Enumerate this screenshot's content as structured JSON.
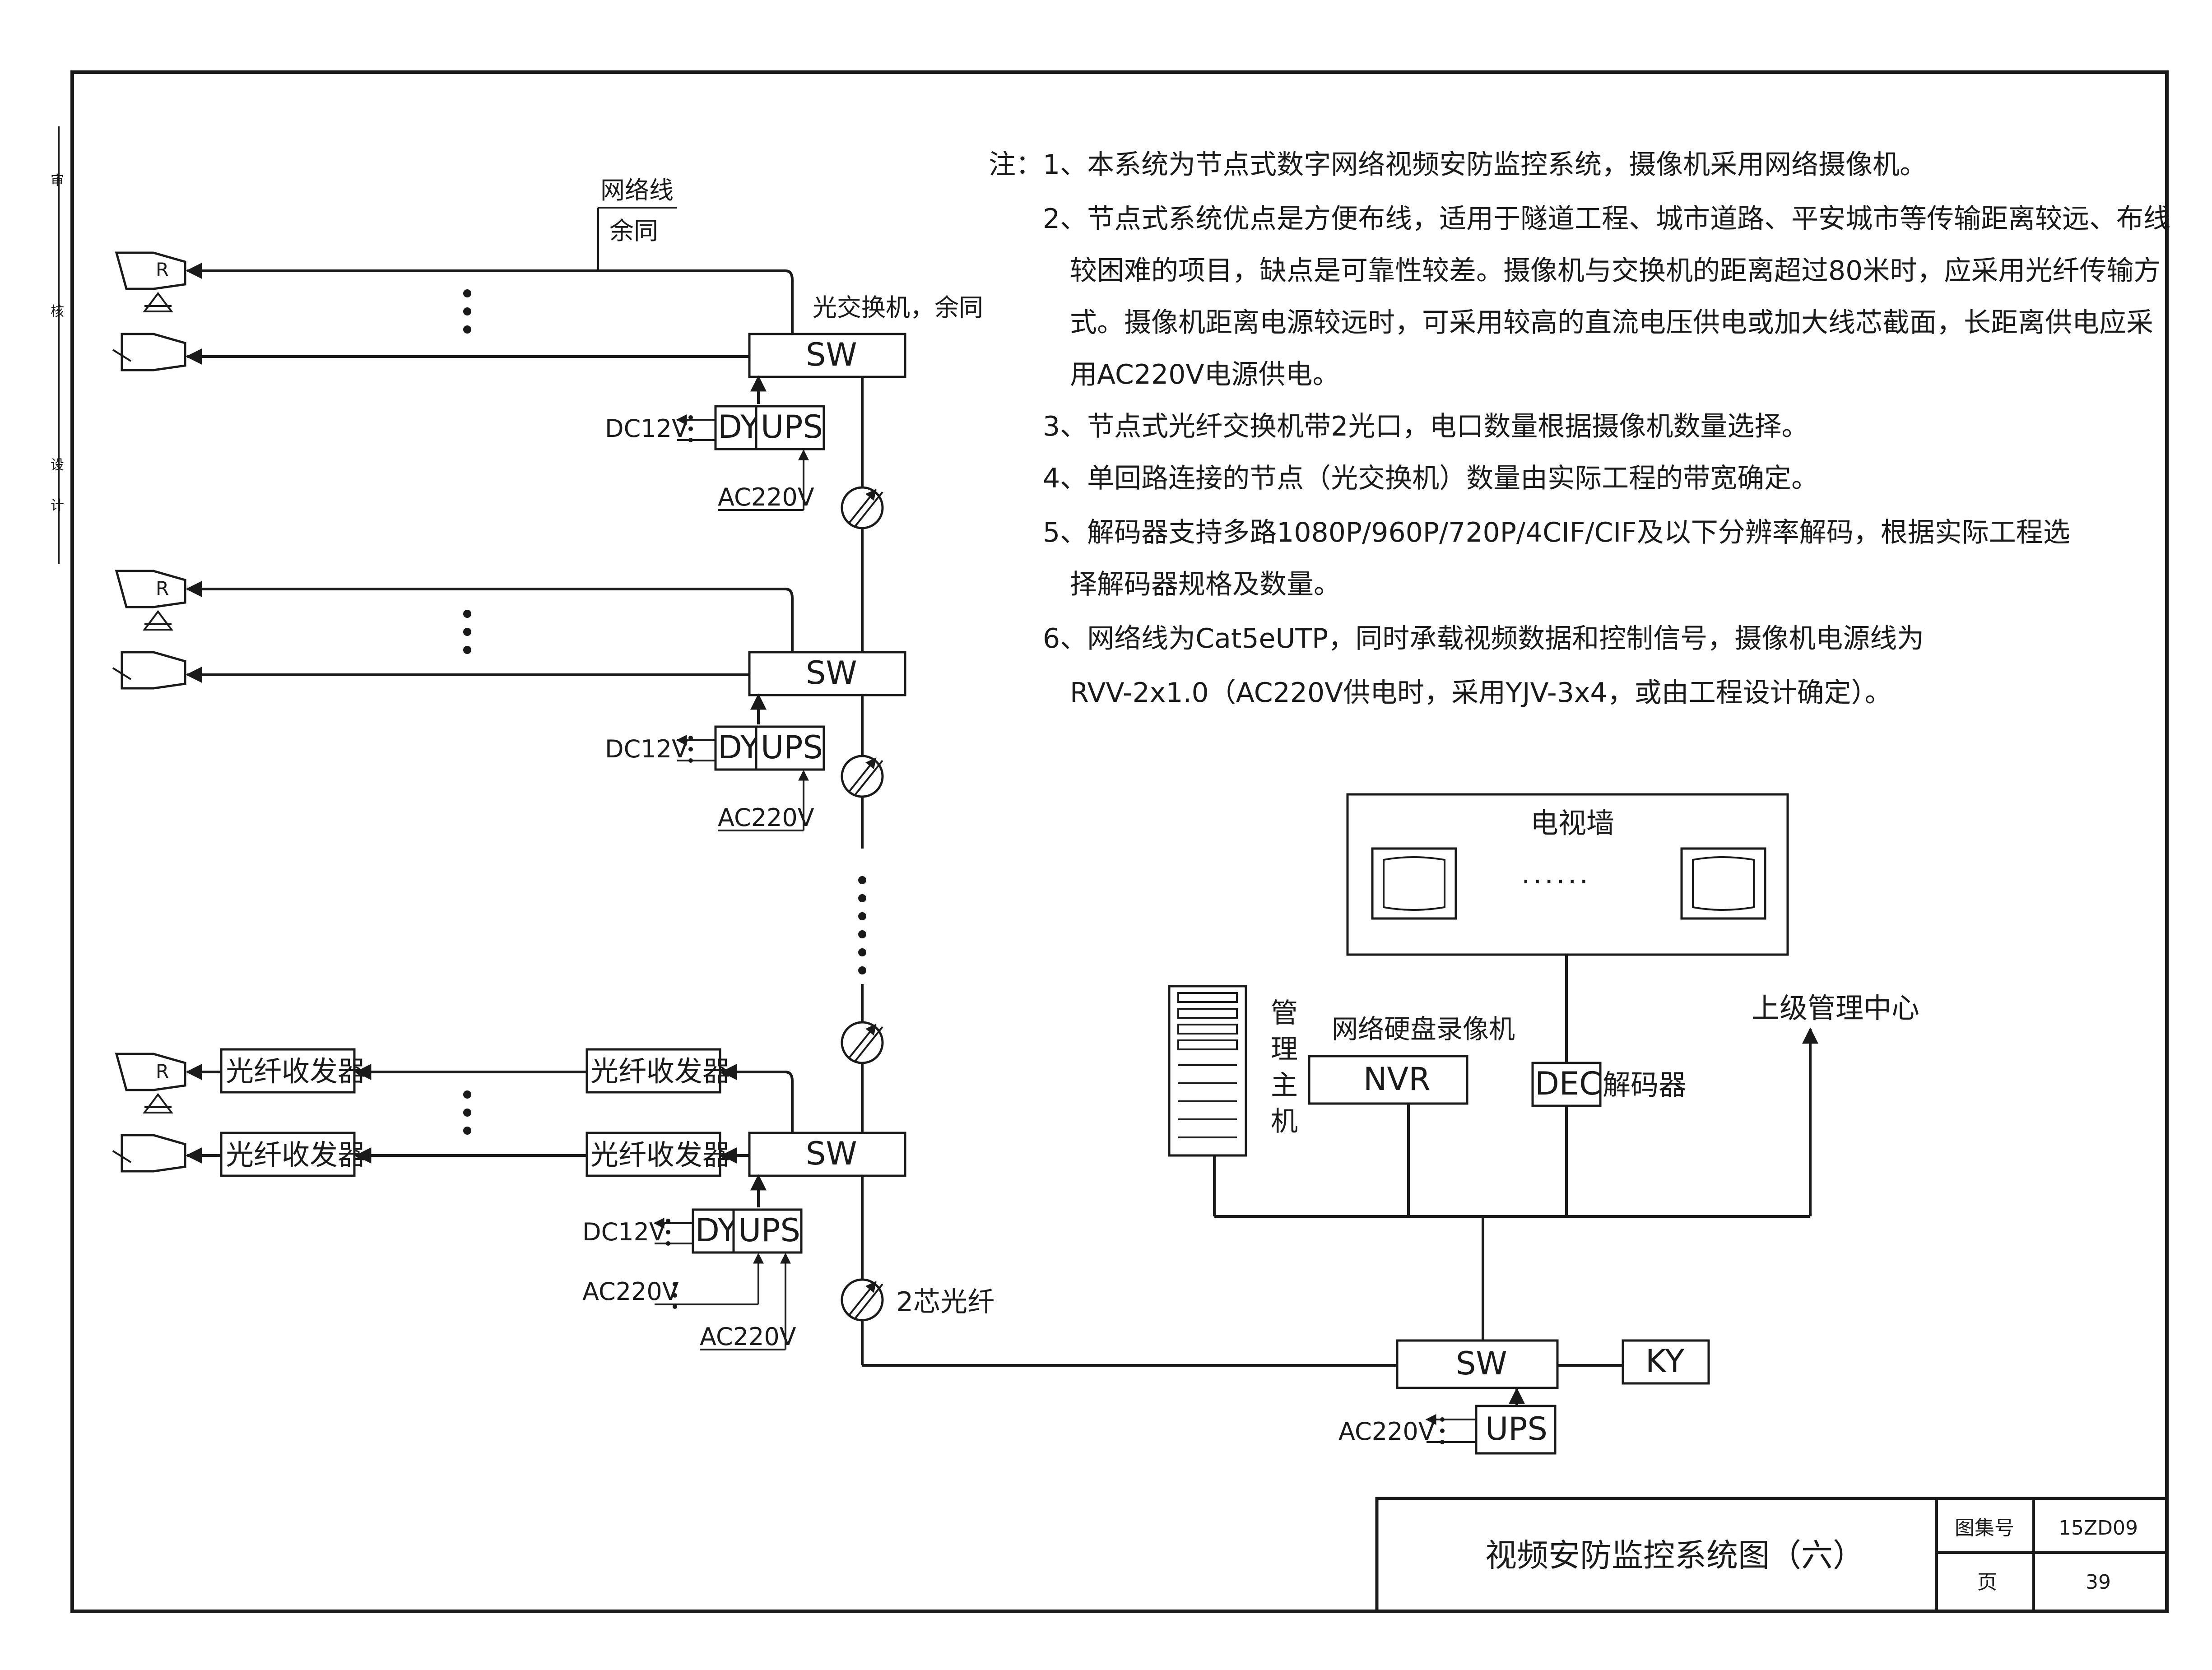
{
  "notes": [
    "注：1、本系统为节点式数字网络视频安防监控系统，摄像机采用网络摄像机。",
    "2、节点式系统优点是方便布线，适用于隧道工程、城市道路、平安城市等传输距离较远、布线",
    "较困难的项目，缺点是可靠性较差。摄像机与交换机的距离超过80米时，应采用光纤传输方",
    "式。摄像机距离电源较远时，可采用较高的直流电压供电或加大线芯截面，长距离供电应采",
    "用AC220V电源供电。",
    "3、节点式光纤交换机带2光口，电口数量根据摄像机数量选择。",
    "4、单回路连接的节点（光交换机）数量由实际工程的带宽确定。",
    "5、解码器支持多路1080P/960P/720P/4CIF/CIF及以下分辨率解码，根据实际工程选",
    "择解码器规格及数量。",
    "6、网络线为Cat5eUTP，同时承载视频数据和控制信号，摄像机电源线为",
    "RVV-2x1.0（AC220V供电时，采用YJV-3x4，或由工程设计确定）。"
  ],
  "labels": {
    "network_line": "网络线",
    "same_as": "余同",
    "optical_switch": "光交换机，余同",
    "sw": "SW",
    "dy": "DY",
    "ups": "UPS",
    "dc12v": "DC12V",
    "ac220v": "AC220V",
    "camera_r": "R",
    "fiber_transceiver": "光纤收发器",
    "two_core_fiber": "2芯光纤",
    "tv_wall": "电视墙",
    "ellipsis": "······",
    "mgmt_host": [
      "管",
      "理",
      "主",
      "机"
    ],
    "nvr_title": "网络硬盘录像机",
    "nvr": "NVR",
    "dec": "DEC",
    "decoder": "解码器",
    "upper_center": "上级管理中心",
    "ky": "KY",
    "margin_chars": [
      "审",
      "核",
      "设",
      "计"
    ]
  },
  "title_block": {
    "title": "视频安防监控系统图（六）",
    "atlas_label": "图集号",
    "atlas_no": "15ZD09",
    "page_label": "页",
    "page_no": "39"
  }
}
